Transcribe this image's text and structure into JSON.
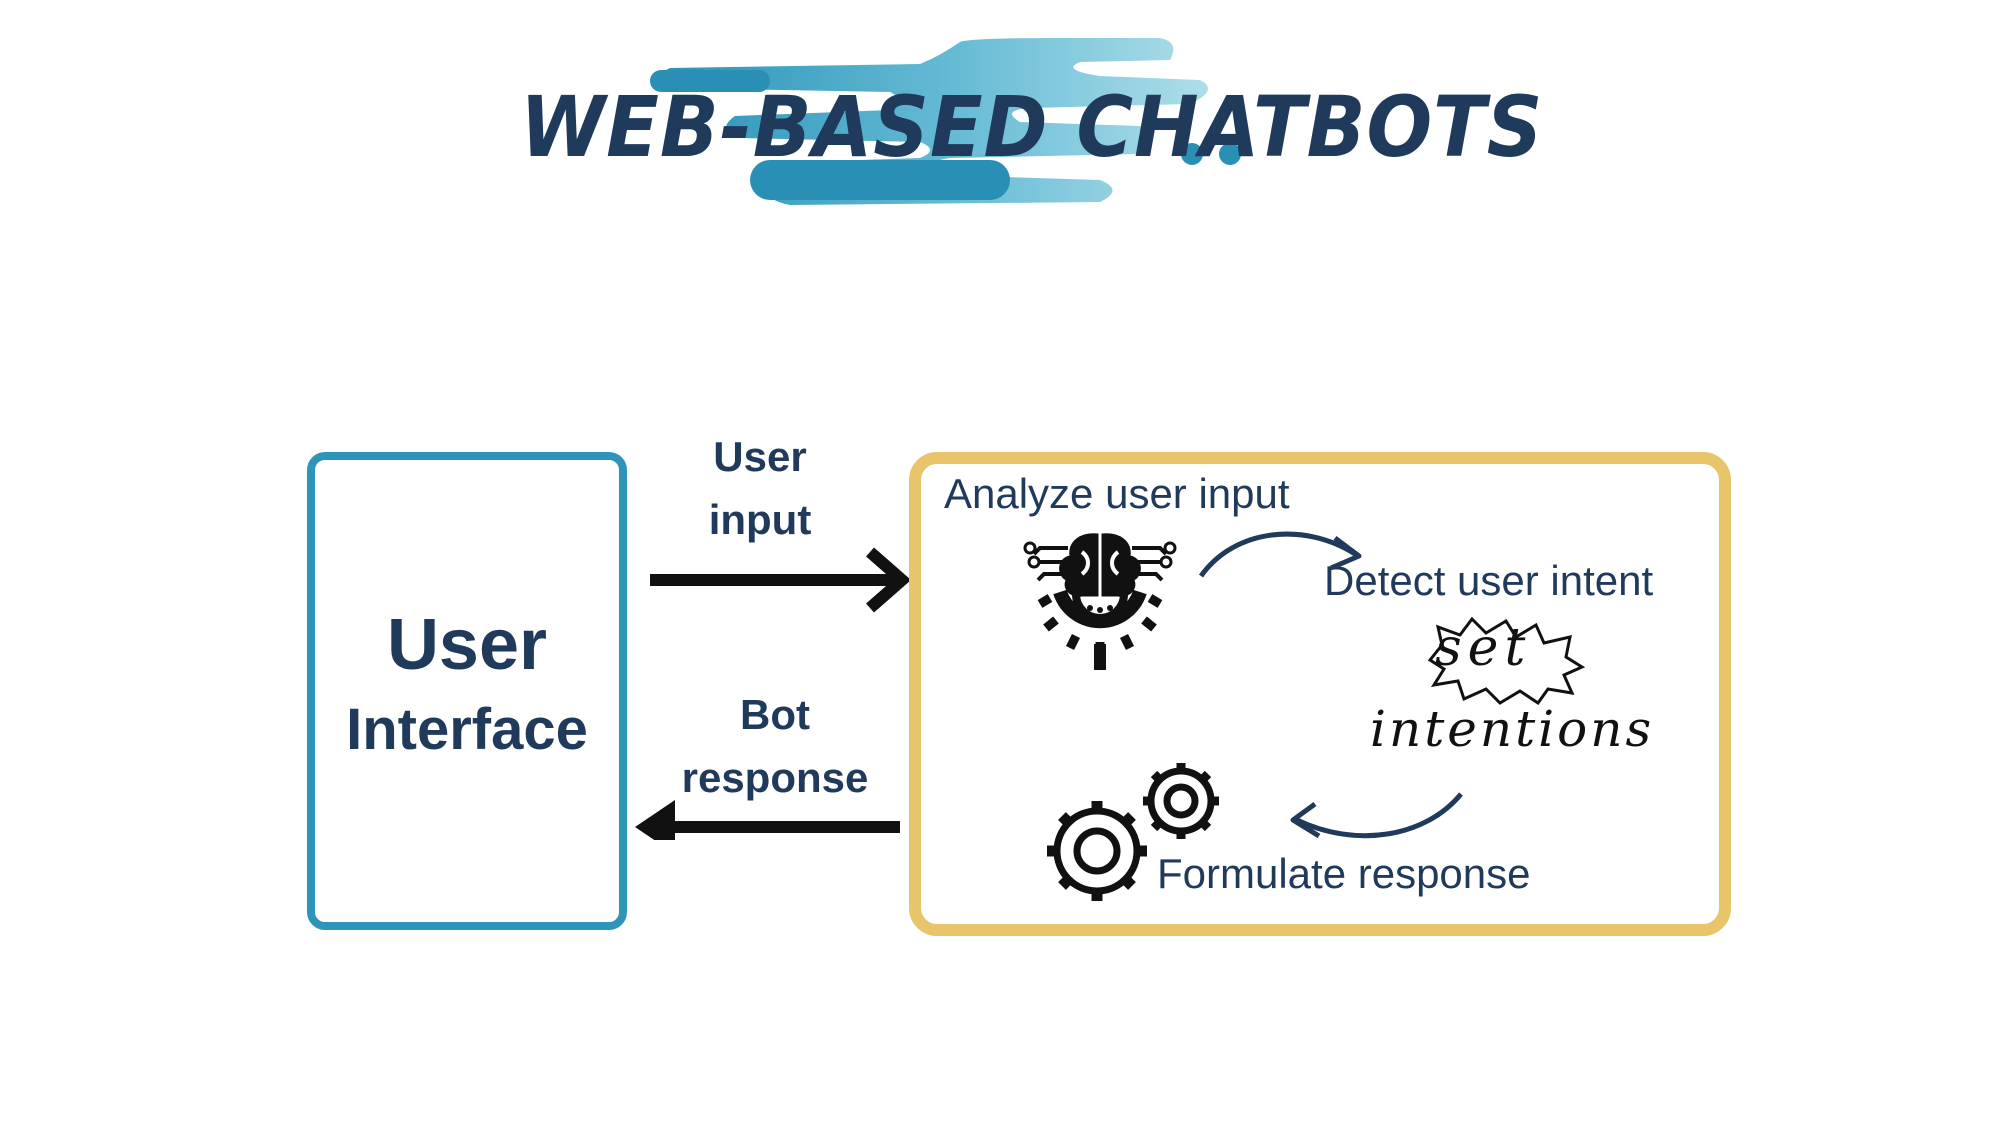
{
  "title": "WEB-BASED CHATBOTS",
  "user_interface": {
    "line1": "User",
    "line2": "Interface"
  },
  "arrows": {
    "user_input": {
      "line1": "User",
      "line2": "input"
    },
    "bot_response": {
      "line1": "Bot",
      "line2": "response"
    }
  },
  "process": {
    "analyze": "Analyze user input",
    "detect": "Detect user intent",
    "set_intentions": {
      "line1": "set",
      "line2": "intentions"
    },
    "formulate": "Formulate response"
  },
  "colors": {
    "navy": "#1f3a5a",
    "blue_border": "#2e95b8",
    "gold_border": "#e8c46a",
    "teal_splash": "#2a8fb5",
    "light_splash": "#8fd0e0"
  },
  "icons": [
    "brain-gear-icon",
    "gears-icon",
    "curved-arrow-icon"
  ]
}
